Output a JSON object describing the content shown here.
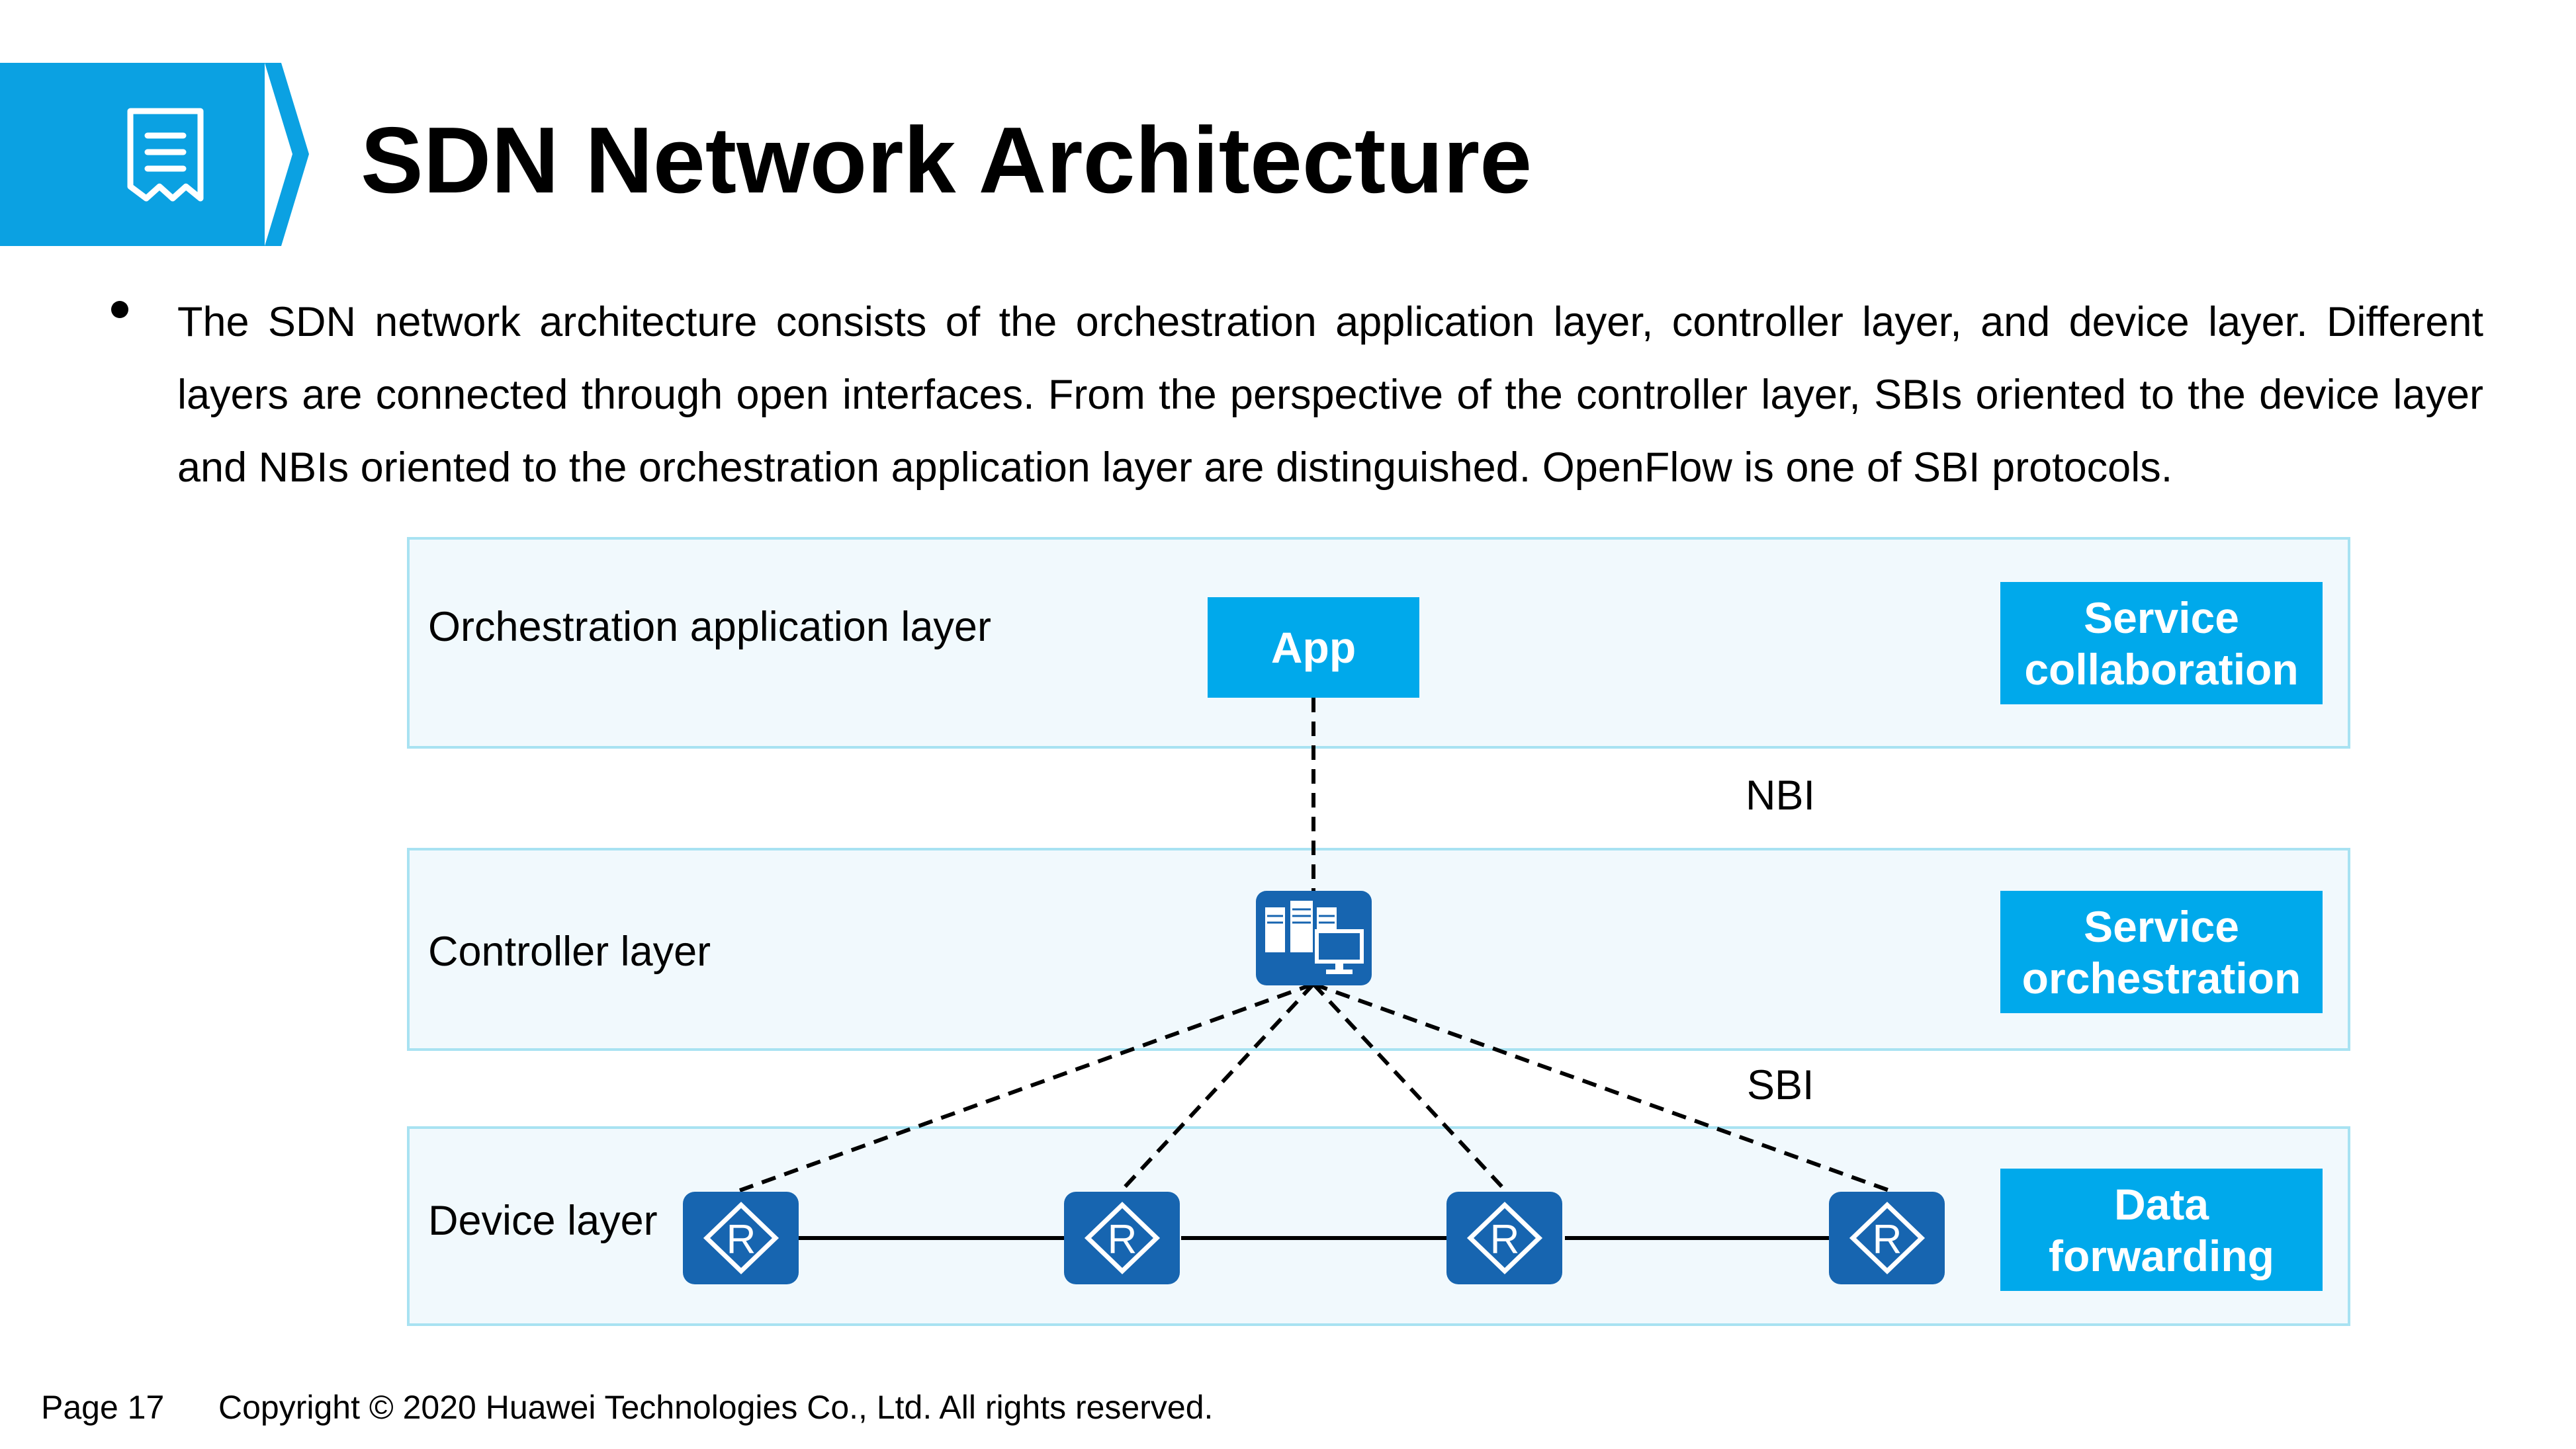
{
  "header": {
    "title": "SDN Network Architecture",
    "icon": "document-icon",
    "accent_color": "#0ba1e2"
  },
  "body": {
    "bullet_text": "The SDN network architecture consists of the orchestration application layer, controller layer, and device layer. Different layers are connected through open interfaces. From the perspective of the controller layer, SBIs oriented to the device layer and NBIs oriented to the orchestration application layer are distinguished. OpenFlow is one of SBI protocols."
  },
  "diagram": {
    "layers": {
      "orchestration": "Orchestration application layer",
      "controller": "Controller layer",
      "device": "Device layer"
    },
    "app_label": "App",
    "roles": {
      "orchestration": "Service collaboration",
      "controller": "Service orchestration",
      "device": "Data forwarding"
    },
    "interfaces": {
      "north": "NBI",
      "south": "SBI"
    },
    "router_glyph": "R",
    "colors": {
      "box_blue": "#00a9eb",
      "device_blue": "#1765b0",
      "layer_fill": "#f1f9fd",
      "layer_border": "#a8e2f2"
    }
  },
  "footer": {
    "page": "Page 17",
    "copyright": "Copyright © 2020 Huawei Technologies Co., Ltd. All rights reserved."
  }
}
